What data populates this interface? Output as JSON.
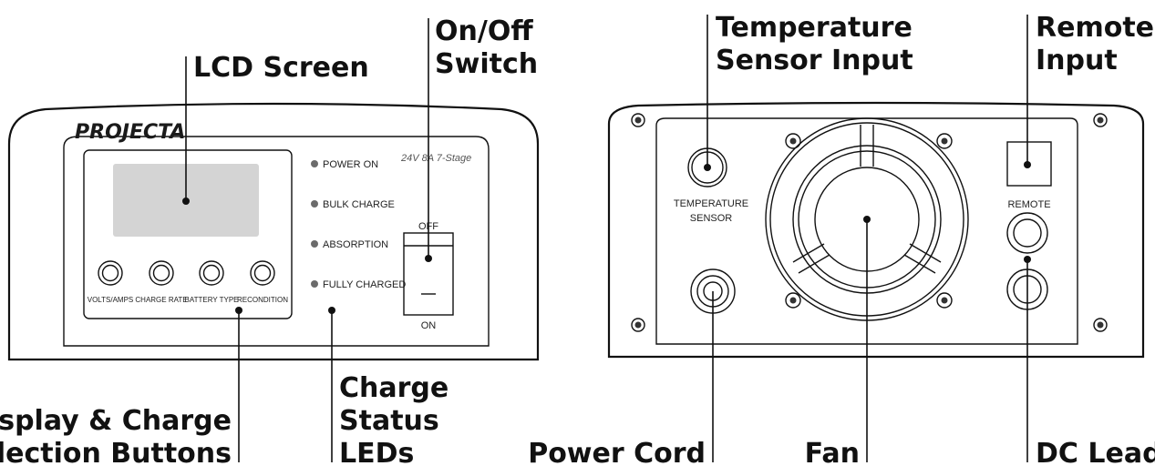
{
  "callouts": {
    "lcd_screen": "LCD Screen",
    "on_off_1": "On/Off",
    "on_off_2": "Switch",
    "display_buttons_1": "Display & Charge",
    "display_buttons_2": "Selection Buttons",
    "charge_status_1": "Charge",
    "charge_status_2": "Status",
    "charge_status_3": "LEDs",
    "temp_sensor_1": "Temperature",
    "temp_sensor_2": "Sensor Input",
    "remote_1": "Remote",
    "remote_2": "Input",
    "power_cord": "Power Cord",
    "fan": "Fan",
    "dc_leads": "DC Leads"
  },
  "front_panel": {
    "brand": "PROJECTA",
    "model": "24V 8A 7-Stage",
    "leds": [
      "POWER ON",
      "BULK CHARGE",
      "ABSORPTION",
      "FULLY CHARGED"
    ],
    "buttons": [
      "VOLTS/AMPS",
      "CHARGE RATE",
      "BATTERY TYPE",
      "RECONDITION"
    ],
    "switch_off": "OFF",
    "switch_on": "ON"
  },
  "rear_panel": {
    "temp_label_1": "TEMPERATURE",
    "temp_label_2": "SENSOR",
    "remote_label": "REMOTE"
  },
  "colors": {
    "ink": "#111111",
    "lcd": "#d4d4d4",
    "led": "#6b6b6b"
  }
}
